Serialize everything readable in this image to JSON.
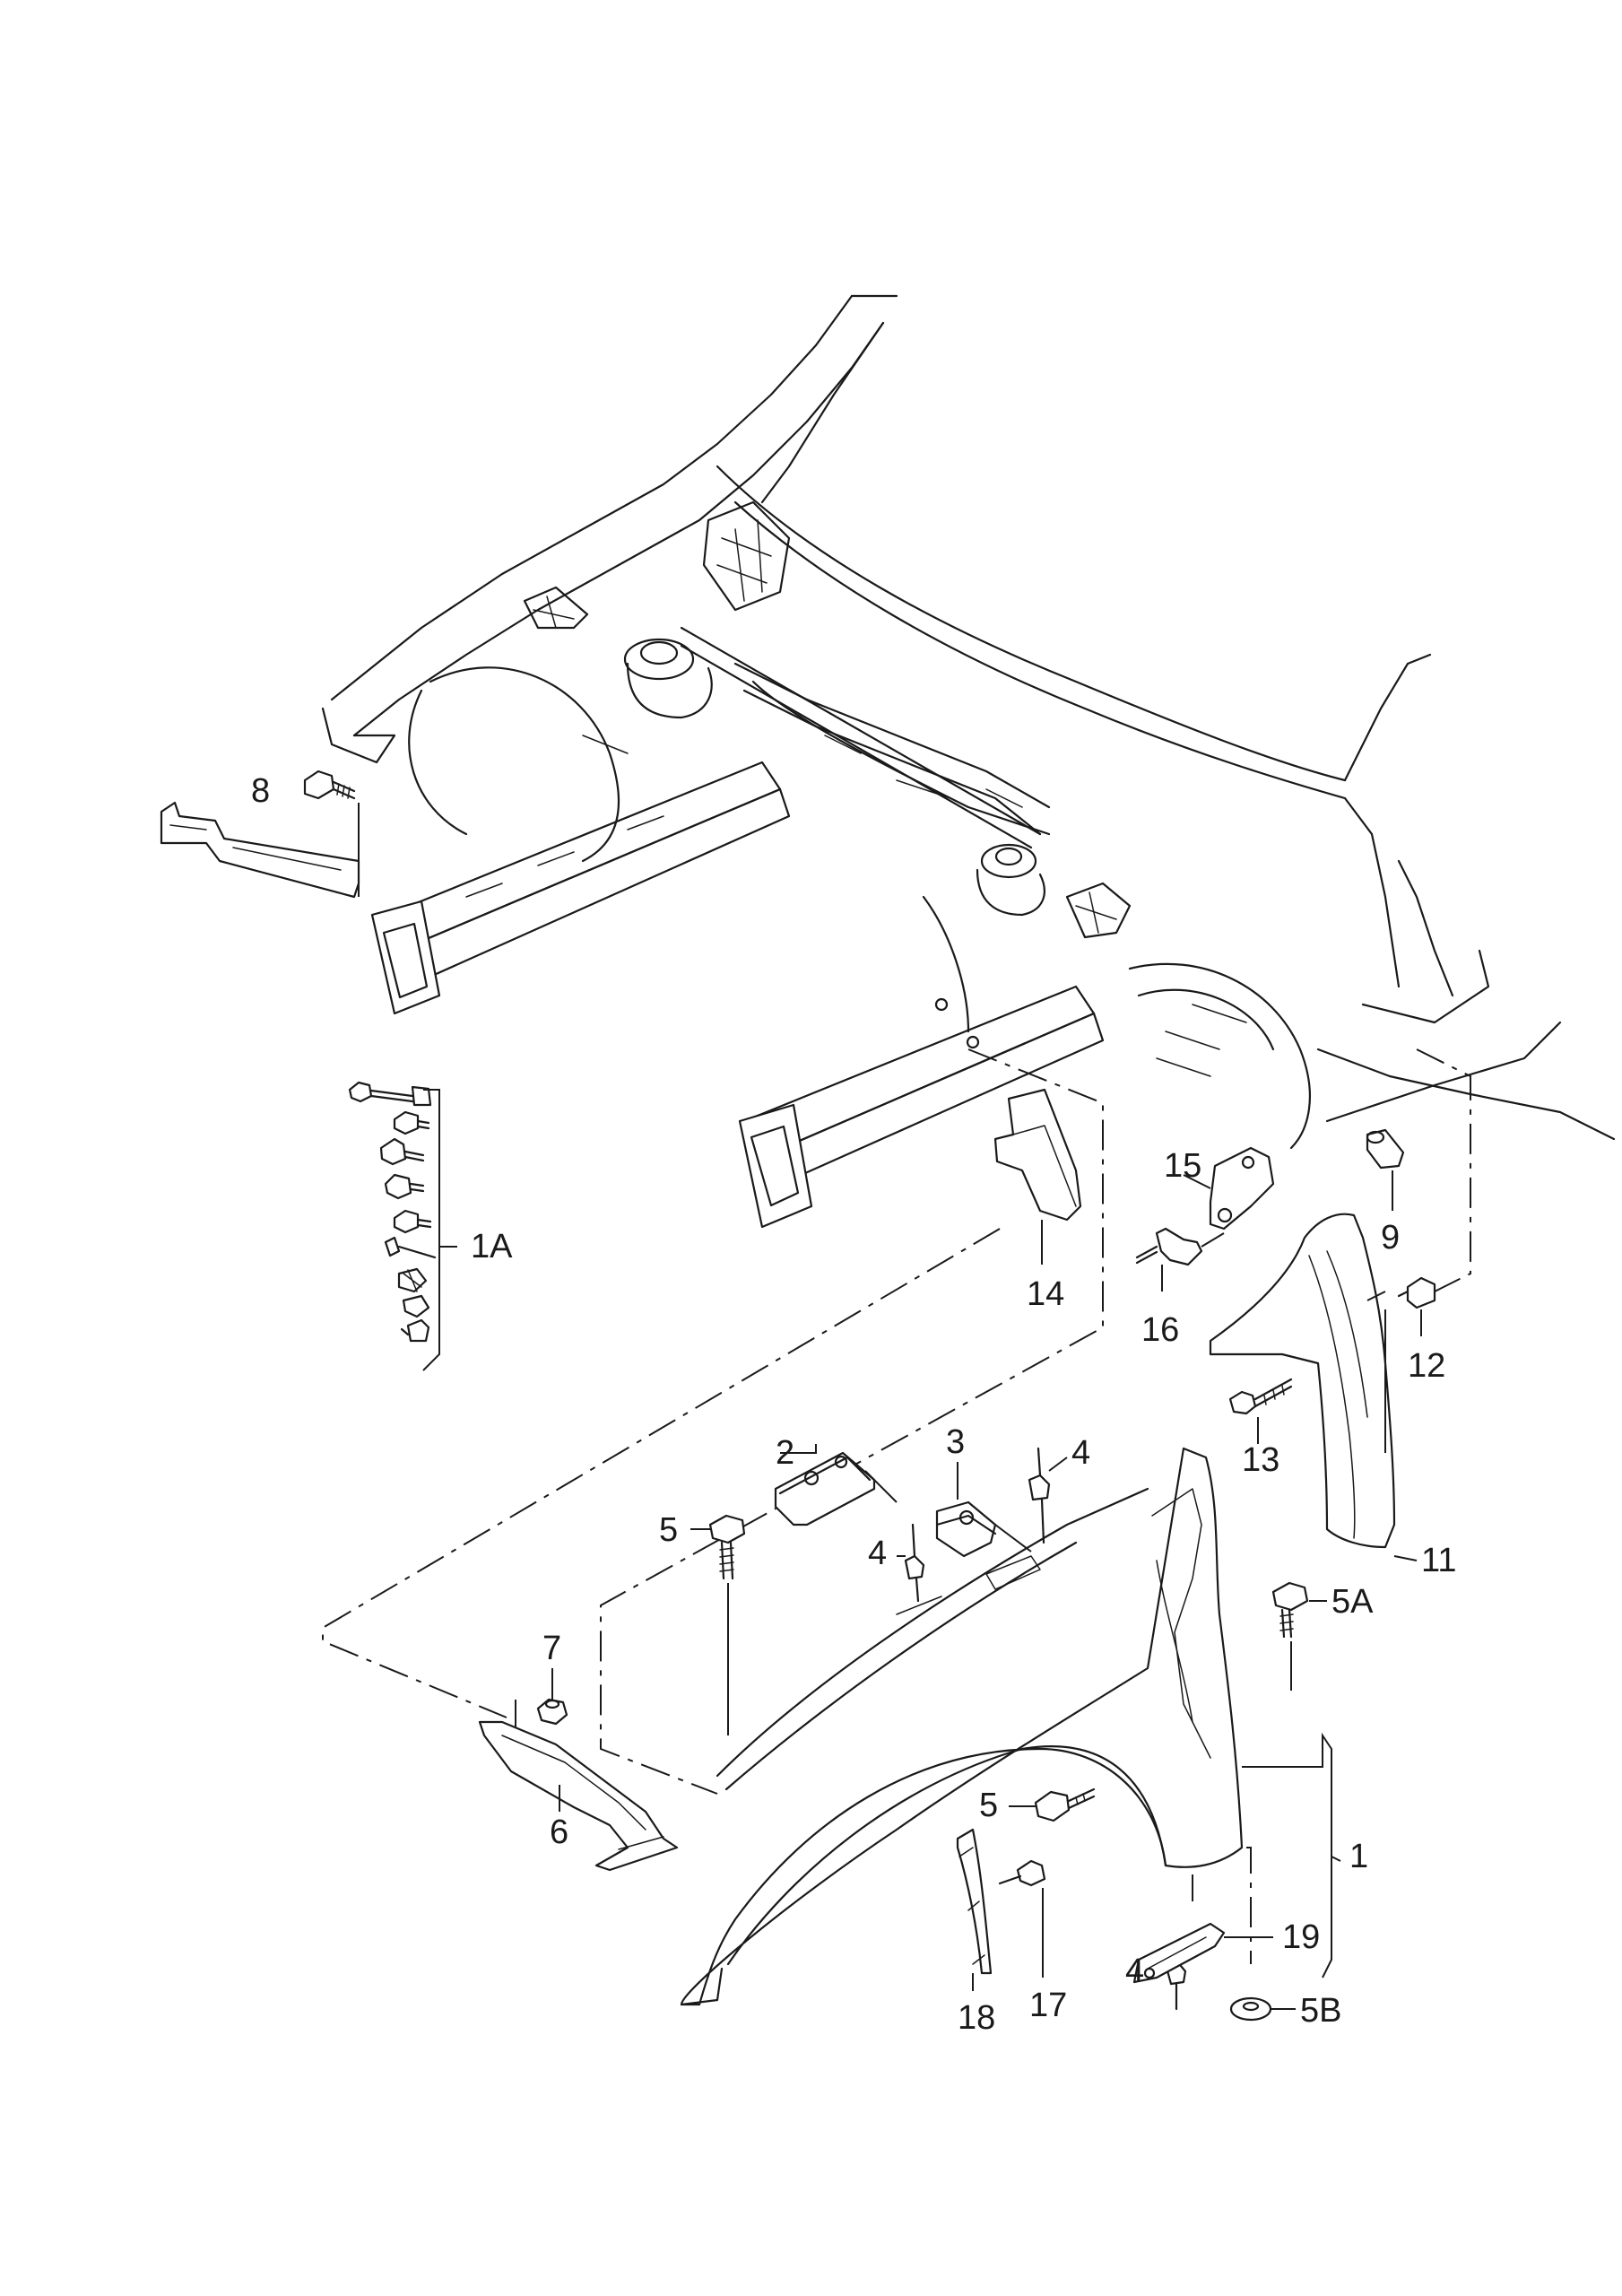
{
  "callouts": {
    "c1": "1",
    "c1A": "1A",
    "c2": "2",
    "c3": "3",
    "c4a": "4",
    "c4b": "4",
    "c4c": "4",
    "c5a": "5",
    "c5b": "5",
    "c5A": "5A",
    "c5B": "5B",
    "c6": "6",
    "c7": "7",
    "c8": "8",
    "c9": "9",
    "c11": "11",
    "c12": "12",
    "c13": "13",
    "c14": "14",
    "c15": "15",
    "c16": "16",
    "c17": "17",
    "c18": "18",
    "c19": "19"
  }
}
